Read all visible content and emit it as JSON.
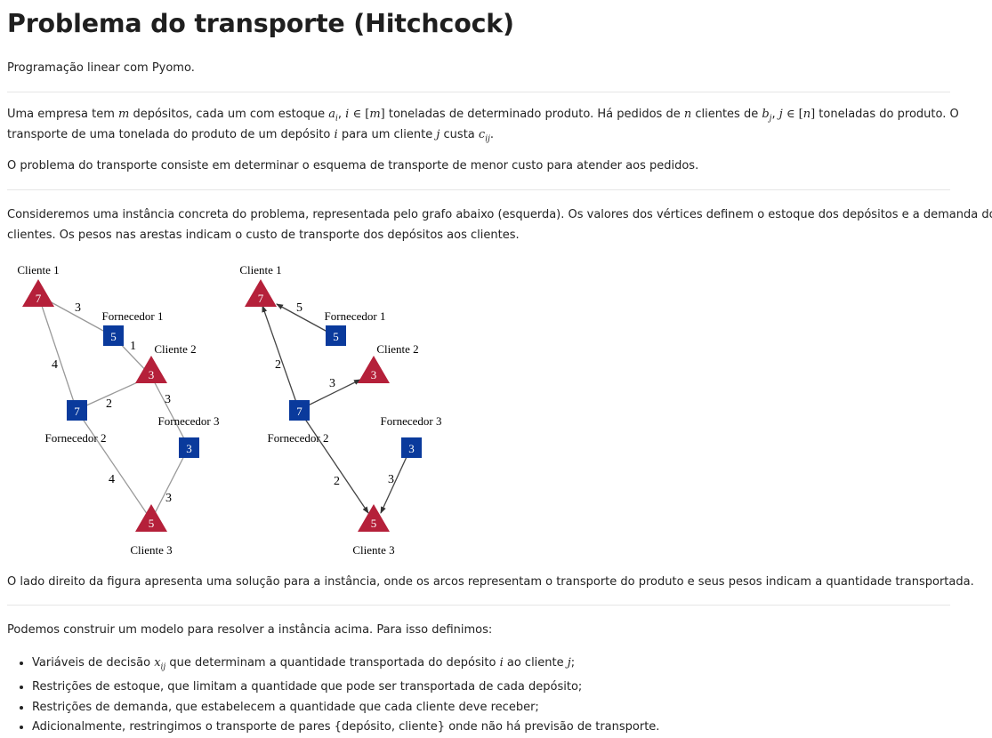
{
  "title": "Problema do transporte (Hitchcock)",
  "subtitle": "Programação linear com Pyomo.",
  "intro": {
    "l1a": "Uma empresa tem ",
    "m": "m",
    "l1b": " depósitos, cada um com estoque ",
    "ai": "a",
    "ai_sub": "i",
    "l1c": ", ",
    "i_in": "i",
    "in1": " ∈ [",
    "m2": "m",
    "in1b": "]",
    "l1d": " toneladas de determinado produto. Há pedidos de ",
    "n": "n",
    "l1e": " clientes de ",
    "bj": "b",
    "bj_sub": "j",
    "l1f": ", ",
    "j_in": "j",
    "in2": " ∈ [",
    "n2": "n",
    "in2b": "]",
    "l1g": " toneladas do produto. O",
    "l2a": "transporte de uma tonelada do produto de um depósito ",
    "i2": "i",
    "l2b": " para um cliente ",
    "j2": "j",
    "l2c": " custa ",
    "c": "c",
    "c_sub": "ij",
    "l2d": "."
  },
  "problem": "O problema do transporte consiste em determinar o esquema de transporte de menor custo para atender aos pedidos.",
  "instance": {
    "l1": "Consideremos uma instância concreta do problema, representada pelo grafo abaixo (esquerda). Os valores dos vértices definem o estoque dos depósitos e a demanda dos",
    "l2": "clientes. Os pesos nas arestas indicam o custo de transporte dos depósitos aos clientes."
  },
  "figure": {
    "left": {
      "clientes": [
        {
          "label": "Cliente 1",
          "value": "7"
        },
        {
          "label": "Cliente 2",
          "value": "3"
        },
        {
          "label": "Cliente 3",
          "value": "5"
        }
      ],
      "fornecedores": [
        {
          "label": "Fornecedor 1",
          "value": "5"
        },
        {
          "label": "Fornecedor 2",
          "value": "7"
        },
        {
          "label": "Fornecedor 3",
          "value": "3"
        }
      ],
      "edge_weights": [
        "3",
        "1",
        "4",
        "2",
        "3",
        "4",
        "3"
      ]
    },
    "right": {
      "clientes": [
        {
          "label": "Cliente 1",
          "value": "7"
        },
        {
          "label": "Cliente 2",
          "value": "3"
        },
        {
          "label": "Cliente 3",
          "value": "5"
        }
      ],
      "fornecedores": [
        {
          "label": "Fornecedor 1",
          "value": "5"
        },
        {
          "label": "Fornecedor 2",
          "value": "7"
        },
        {
          "label": "Fornecedor 3",
          "value": "3"
        }
      ],
      "edge_weights": [
        "5",
        "2",
        "3",
        "2",
        "3"
      ]
    },
    "client_color": "#b5203a",
    "supplier_color": "#0a3a9c"
  },
  "solution_text": "O lado direito da figura apresenta uma solução para a instância, onde os arcos representam o transporte do produto e seus pesos indicam a quantidade transportada.",
  "model_intro": "Podemos construir um modelo para resolver a instância acima. Para isso definimos:",
  "bullets": {
    "b1a": "Variáveis de decisão ",
    "x": "x",
    "x_sub": "ij",
    "b1b": " que determinam a quantidade transportada do depósito ",
    "i": "i",
    "b1c": " ao cliente ",
    "j": "j",
    "b1d": ";",
    "b2": "Restrições de estoque, que limitam a quantidade que pode ser transportada de cada depósito;",
    "b3": "Restrições de demanda, que estabelecem a quantidade que cada cliente deve receber;",
    "b4": "Adicionalmente, restringimos o transporte de pares {depósito, cliente} onde não há previsão de transporte."
  }
}
